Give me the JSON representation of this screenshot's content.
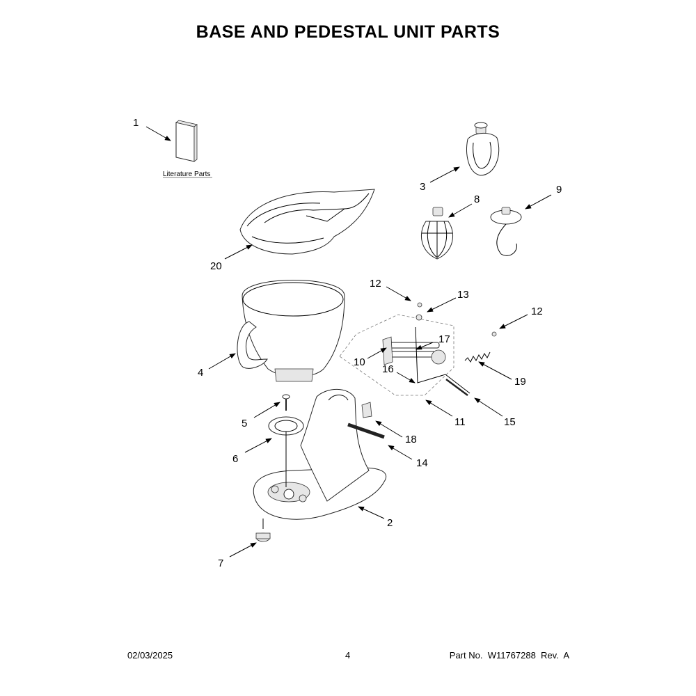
{
  "title": "BASE AND PEDESTAL UNIT PARTS",
  "literature_label": "Literature Parts",
  "callouts": {
    "c1": "1",
    "c2": "2",
    "c3": "3",
    "c4": "4",
    "c5": "5",
    "c6": "6",
    "c7": "7",
    "c8": "8",
    "c9": "9",
    "c10": "10",
    "c11": "11",
    "c12a": "12",
    "c12b": "12",
    "c13": "13",
    "c14": "14",
    "c15": "15",
    "c16": "16",
    "c17": "17",
    "c18": "18",
    "c19": "19",
    "c20": "20"
  },
  "footer": {
    "date": "02/03/2025",
    "page": "4",
    "part": "Part No.  W11767288  Rev.  A"
  }
}
